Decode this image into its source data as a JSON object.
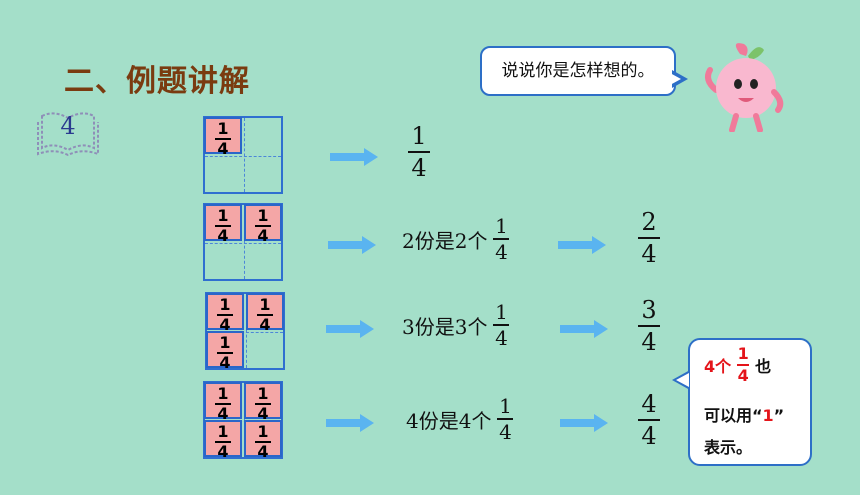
{
  "title": "二、例题讲解",
  "example_number": "4",
  "speech_bubble": "说说你是怎样想的。",
  "cell_fraction": {
    "numerator": "1",
    "denominator": "4"
  },
  "rows": [
    {
      "shaded_parts": 1,
      "result": {
        "numerator": "1",
        "denominator": "4"
      }
    },
    {
      "shaded_parts": 2,
      "text": "2份是2个",
      "unit": {
        "numerator": "1",
        "denominator": "4"
      },
      "result": {
        "numerator": "2",
        "denominator": "4"
      }
    },
    {
      "shaded_parts": 3,
      "text": "3份是3个",
      "unit": {
        "numerator": "1",
        "denominator": "4"
      },
      "result": {
        "numerator": "3",
        "denominator": "4"
      }
    },
    {
      "shaded_parts": 4,
      "text": "4份是4个",
      "unit": {
        "numerator": "1",
        "denominator": "4"
      },
      "result": {
        "numerator": "4",
        "denominator": "4"
      }
    }
  ],
  "note": {
    "prefix": "4个",
    "fraction": {
      "numerator": "1",
      "denominator": "4"
    },
    "suffix": "也",
    "line2_a": "可以用“",
    "line2_red": "1",
    "line2_b": "”",
    "line3": "表示。"
  },
  "colors": {
    "background": "#a4dfc9",
    "cell_fill": "#f4a6a6",
    "grid_border": "#2f6fd0",
    "arrow": "#5ab4f0",
    "title": "#7a3b10",
    "highlight": "#e4141a"
  },
  "icons": {
    "book": "open-book-icon",
    "arrow": "right-arrow-icon",
    "mascot": "peach-mascot"
  }
}
